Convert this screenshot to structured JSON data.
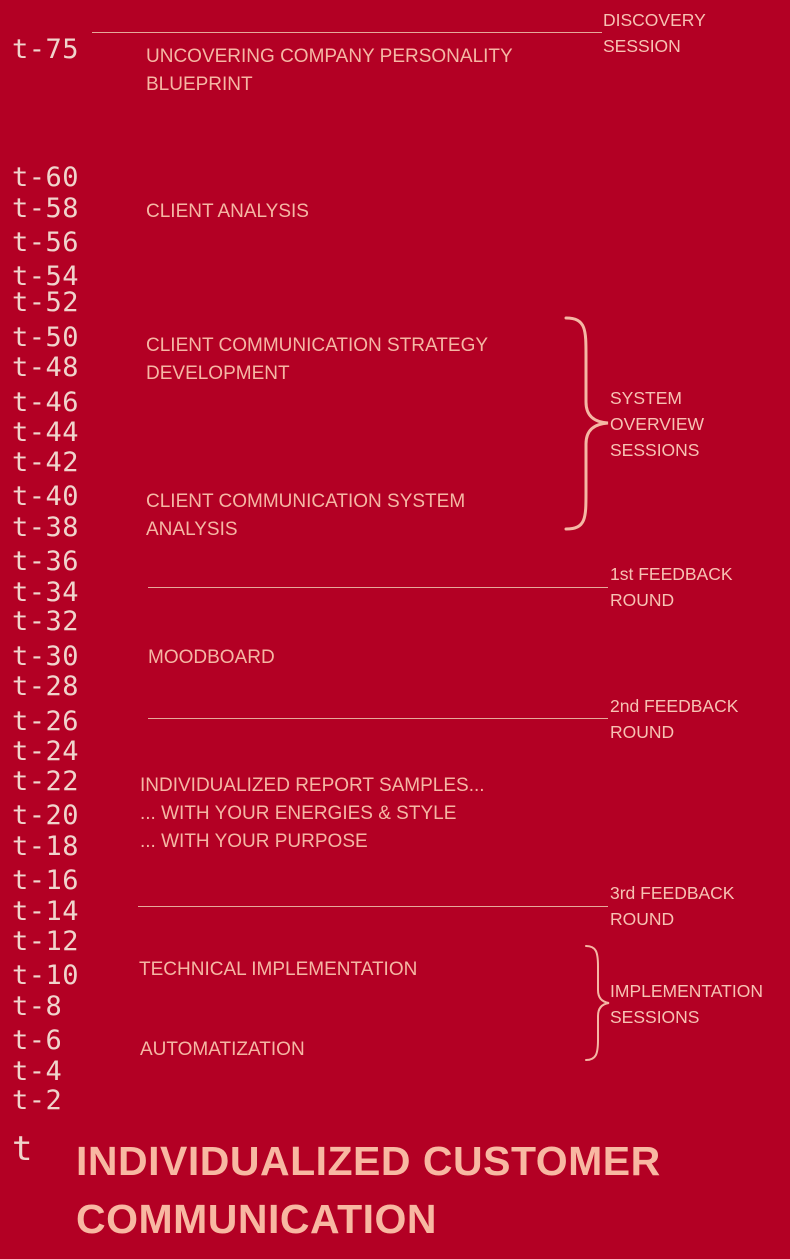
{
  "timeline": {
    "ticks": [
      "t-75",
      "t-60",
      "t-58",
      "t-56",
      "t-54",
      "t-52",
      "t-50",
      "t-48",
      "t-46",
      "t-44",
      "t-42",
      "t-40",
      "t-38",
      "t-36",
      "t-34",
      "t-32",
      "t-30",
      "t-28",
      "t-26",
      "t-24",
      "t-22",
      "t-20",
      "t-18",
      "t-16",
      "t-14",
      "t-12",
      "t-10",
      "t-8",
      "t-6",
      "t-4",
      "t-2",
      "t"
    ]
  },
  "tasks": {
    "personality_blueprint": [
      "UNCOVERING COMPANY PERSONALITY",
      "BLUEPRINT"
    ],
    "client_analysis": "CLIENT ANALYSIS",
    "strategy_development": [
      "CLIENT COMMUNICATION STRATEGY",
      "DEVELOPMENT"
    ],
    "system_analysis": [
      "CLIENT COMMUNICATION SYSTEM",
      "ANALYSIS"
    ],
    "moodboard": "MOODBOARD",
    "report_samples": [
      "INDIVIDUALIZED REPORT SAMPLES...",
      "... WITH YOUR ENERGIES & STYLE",
      "... WITH YOUR PURPOSE"
    ],
    "technical_implementation": "TECHNICAL IMPLEMENTATION",
    "automatization": "AUTOMATIZATION"
  },
  "milestones": {
    "discovery": [
      "DISCOVERY",
      "SESSION"
    ],
    "system_overview": [
      "SYSTEM",
      "OVERVIEW",
      "SESSIONS"
    ],
    "feedback_1": [
      "1st FEEDBACK",
      "ROUND"
    ],
    "feedback_2": [
      "2nd FEEDBACK",
      "ROUND"
    ],
    "feedback_3": [
      "3rd FEEDBACK",
      "ROUND"
    ],
    "implementation": [
      "IMPLEMENTATION",
      "SESSIONS"
    ]
  },
  "title": [
    "INDIVIDUALIZED CUSTOMER",
    "COMMUNICATION"
  ],
  "colors": {
    "background": "#B30024",
    "text": "#F5B7A4",
    "ticks": "#F0D4CC",
    "lines": "#E6A99A"
  }
}
